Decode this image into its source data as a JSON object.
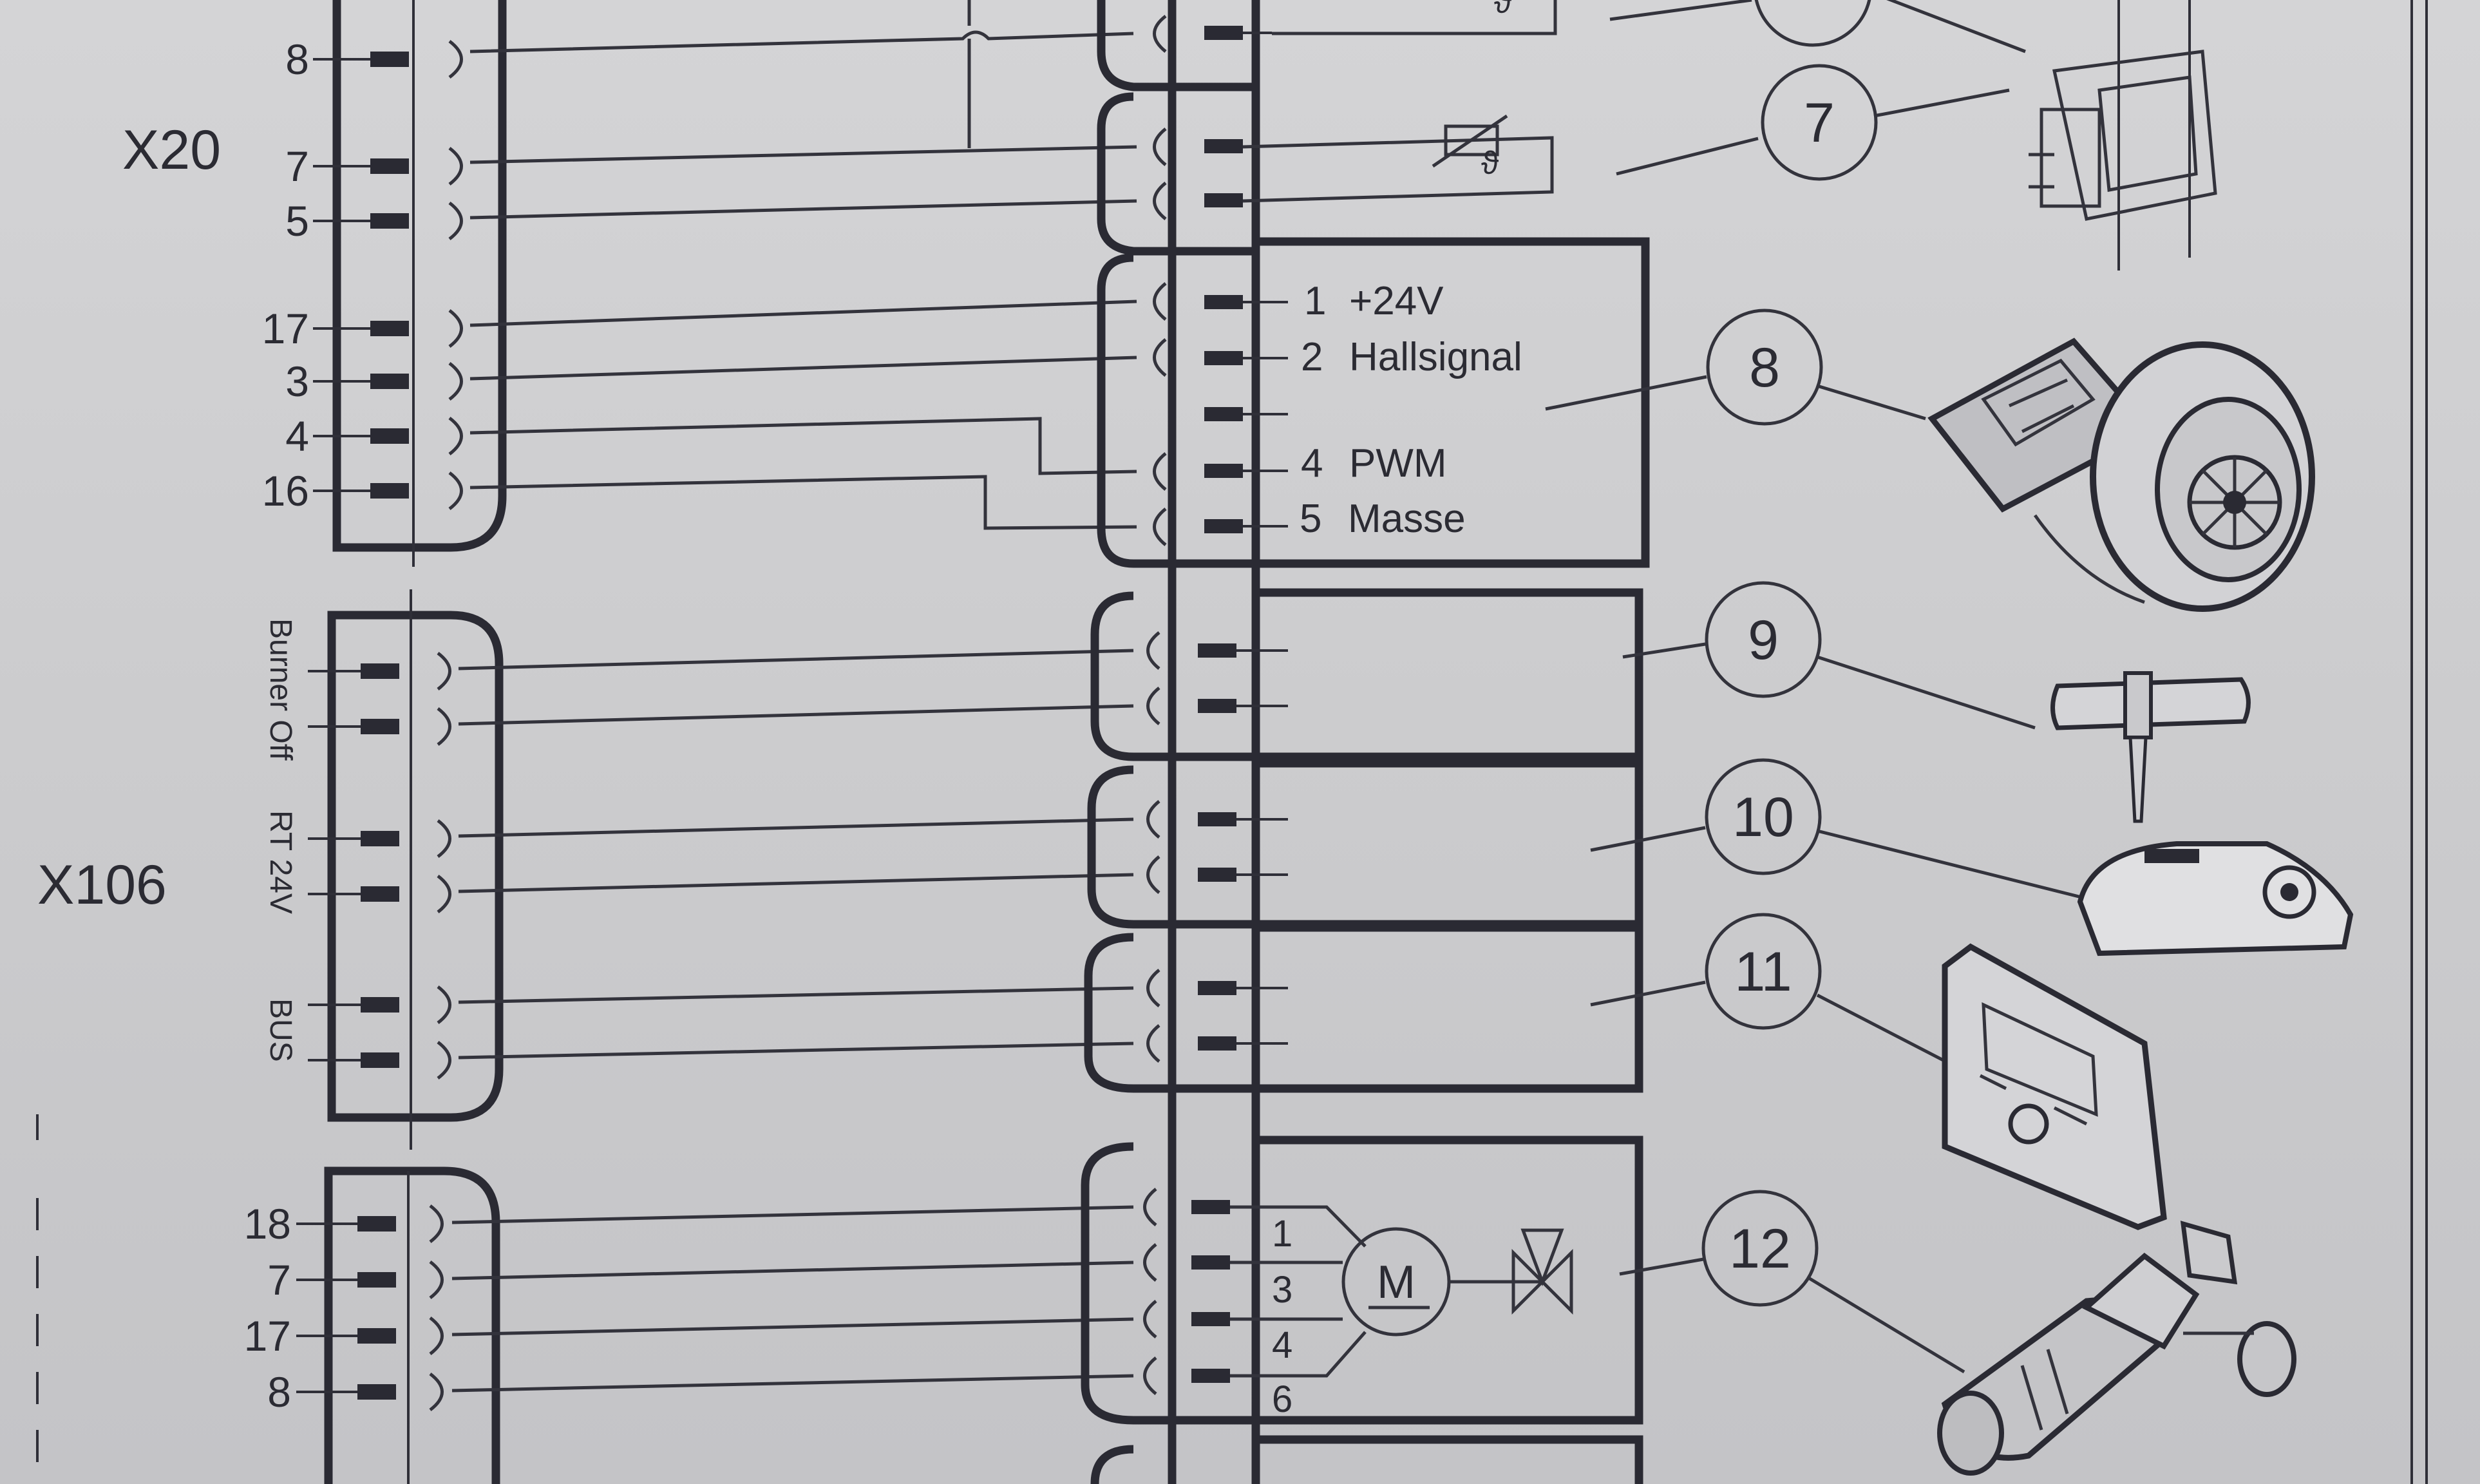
{
  "connectors": {
    "x20": {
      "label": "X20",
      "pins": [
        "8",
        "7",
        "5",
        "17",
        "3",
        "4",
        "16"
      ]
    },
    "x106": {
      "label": "X106",
      "groups": [
        "Burner Off",
        "RT 24V",
        "BUS"
      ]
    },
    "bottom": {
      "pins": [
        "18",
        "7",
        "17",
        "8"
      ]
    }
  },
  "fan_connector": {
    "pins": [
      {
        "num": "1",
        "name": "+24V"
      },
      {
        "num": "2",
        "name": "Hallsignal"
      },
      {
        "num": "4",
        "name": "PWM"
      },
      {
        "num": "5",
        "name": "Masse"
      }
    ]
  },
  "valve_connector": {
    "pins": [
      "1",
      "3",
      "4",
      "6"
    ],
    "motor_label": "M"
  },
  "callouts": [
    "7",
    "8",
    "9",
    "10",
    "11",
    "12"
  ],
  "sensor_symbol": "ϑ",
  "icons": [
    "pressure-switch-icon",
    "fan-blower-icon",
    "pipe-sensor-icon",
    "room-thermostat-icon",
    "controller-display-icon",
    "three-way-valve-icon"
  ]
}
